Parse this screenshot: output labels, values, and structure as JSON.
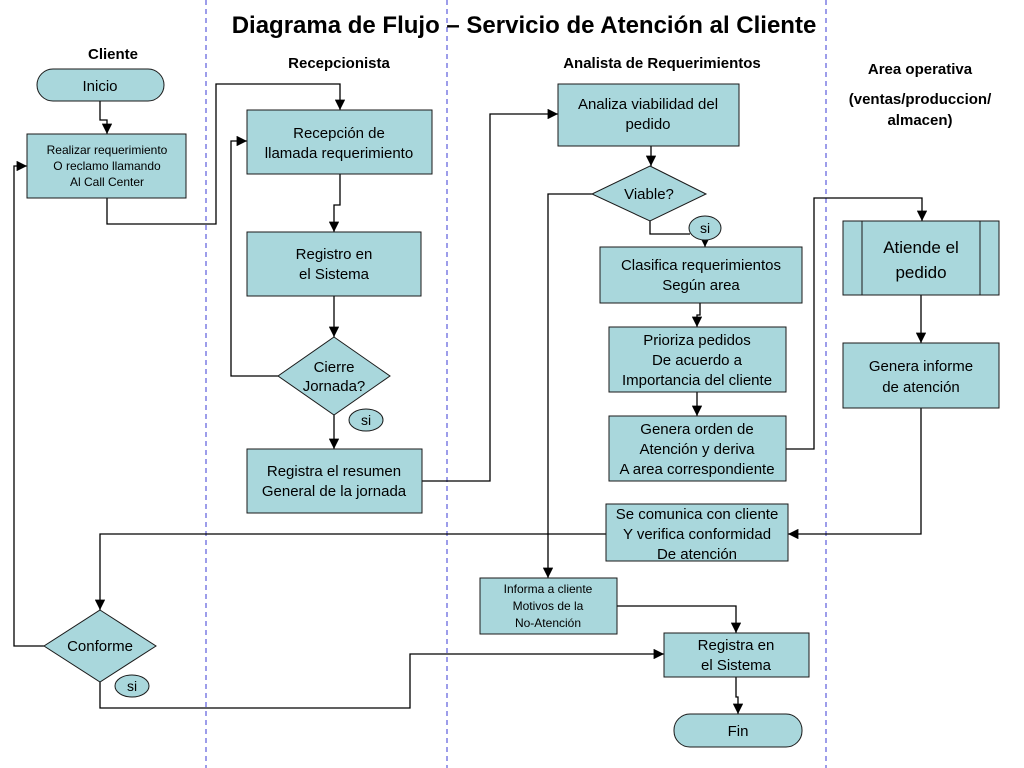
{
  "title": "Diagrama de Flujo – Servicio de Atención al Cliente",
  "lanes": {
    "cliente": "Cliente",
    "recepcionista": "Recepcionista",
    "analista": "Analista de Requerimientos",
    "operativa_1": "Area operativa",
    "operativa_2": "(ventas/produccion/",
    "operativa_3": "almacen)"
  },
  "nodes": {
    "inicio": "Inicio",
    "realizar": [
      "Realizar requerimiento",
      "O reclamo llamando",
      "Al Call Center"
    ],
    "recepcion": [
      "Recepción de",
      "llamada requerimiento"
    ],
    "registro_sistema": [
      "Registro en",
      "el Sistema"
    ],
    "cierre": [
      "Cierre",
      "Jornada?"
    ],
    "si_cierre": "si",
    "registra_resumen": [
      "Registra el resumen",
      "General de la jornada"
    ],
    "analiza": [
      "Analiza viabilidad del",
      "pedido"
    ],
    "viable": "Viable?",
    "si_viable": "si",
    "clasifica": [
      "Clasifica  requerimientos",
      "Según area"
    ],
    "prioriza": [
      "Prioriza pedidos",
      "De acuerdo a",
      "Importancia del cliente"
    ],
    "genera_orden": [
      "Genera orden de",
      "Atención y deriva",
      "A area correspondiente"
    ],
    "se_comunica": [
      "Se comunica con cliente",
      "Y verifica conformidad",
      "De atención"
    ],
    "informa": [
      "Informa a cliente",
      "Motivos de la",
      "No-Atención"
    ],
    "registra_en": [
      "Registra en",
      "el Sistema"
    ],
    "fin": "Fin",
    "atiende": [
      "Atiende el",
      "pedido"
    ],
    "genera_informe": [
      "Genera informe",
      "de atención"
    ],
    "conforme": "Conforme",
    "si_conforme": "si"
  }
}
